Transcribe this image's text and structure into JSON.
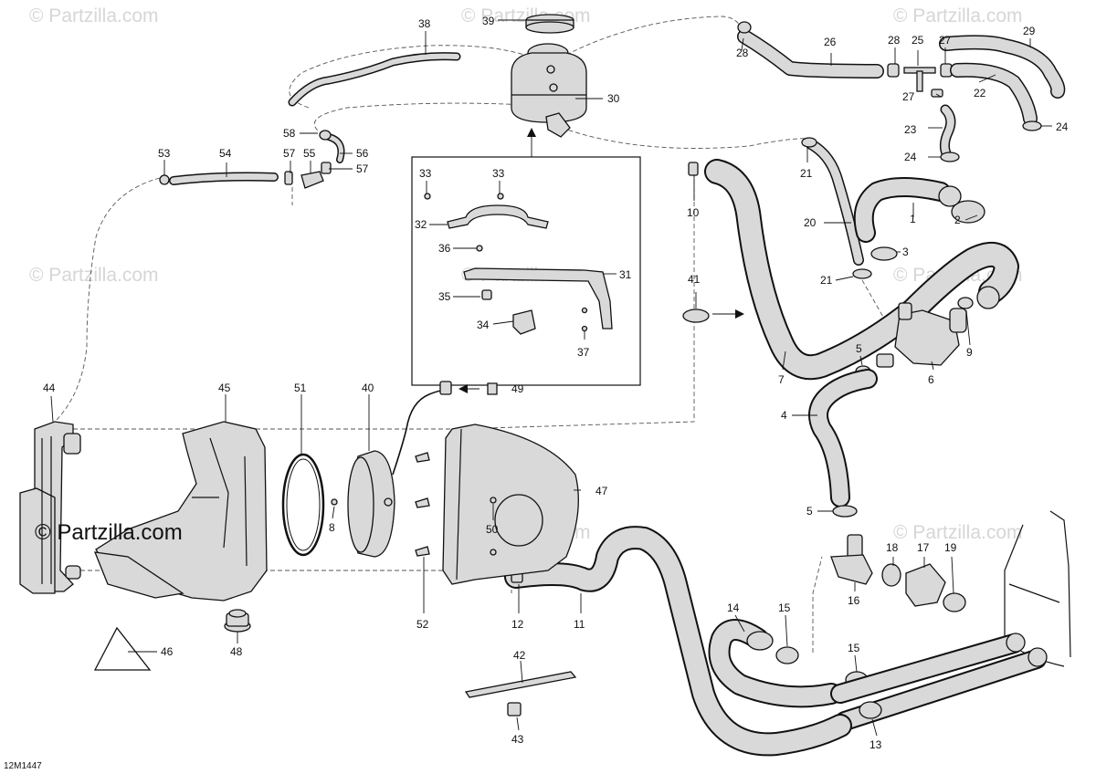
{
  "watermarks": {
    "small_text": "© Partzilla.com",
    "main_text": "© Partzilla.com"
  },
  "diagram_code": "12M1447",
  "callouts": [
    {
      "id": "c38",
      "label": "38"
    },
    {
      "id": "c39",
      "label": "39"
    },
    {
      "id": "c30",
      "label": "30"
    },
    {
      "id": "c28a",
      "label": "28"
    },
    {
      "id": "c26",
      "label": "26"
    },
    {
      "id": "c28b",
      "label": "28"
    },
    {
      "id": "c25",
      "label": "25"
    },
    {
      "id": "c27a",
      "label": "27"
    },
    {
      "id": "c29",
      "label": "29"
    },
    {
      "id": "c22",
      "label": "22"
    },
    {
      "id": "c27b",
      "label": "27"
    },
    {
      "id": "c23",
      "label": "23"
    },
    {
      "id": "c24a",
      "label": "24"
    },
    {
      "id": "c24b",
      "label": "24"
    },
    {
      "id": "c58",
      "label": "58"
    },
    {
      "id": "c53",
      "label": "53"
    },
    {
      "id": "c54",
      "label": "54"
    },
    {
      "id": "c57a",
      "label": "57"
    },
    {
      "id": "c55",
      "label": "55"
    },
    {
      "id": "c56",
      "label": "56"
    },
    {
      "id": "c57b",
      "label": "57"
    },
    {
      "id": "c33a",
      "label": "33"
    },
    {
      "id": "c33b",
      "label": "33"
    },
    {
      "id": "c32",
      "label": "32"
    },
    {
      "id": "c36",
      "label": "36"
    },
    {
      "id": "c31",
      "label": "31"
    },
    {
      "id": "c35",
      "label": "35"
    },
    {
      "id": "c34",
      "label": "34"
    },
    {
      "id": "c37",
      "label": "37"
    },
    {
      "id": "c21a",
      "label": "21"
    },
    {
      "id": "c10",
      "label": "10"
    },
    {
      "id": "c1",
      "label": "1"
    },
    {
      "id": "c2",
      "label": "2"
    },
    {
      "id": "c20",
      "label": "20"
    },
    {
      "id": "c3",
      "label": "3"
    },
    {
      "id": "c21b",
      "label": "21"
    },
    {
      "id": "c41",
      "label": "41"
    },
    {
      "id": "c5a",
      "label": "5"
    },
    {
      "id": "c9",
      "label": "9"
    },
    {
      "id": "c6",
      "label": "6"
    },
    {
      "id": "c7",
      "label": "7"
    },
    {
      "id": "c4",
      "label": "4"
    },
    {
      "id": "c5b",
      "label": "5"
    },
    {
      "id": "c44",
      "label": "44"
    },
    {
      "id": "c45",
      "label": "45"
    },
    {
      "id": "c51",
      "label": "51"
    },
    {
      "id": "c40",
      "label": "40"
    },
    {
      "id": "c49",
      "label": "49"
    },
    {
      "id": "c47",
      "label": "47"
    },
    {
      "id": "c8",
      "label": "8"
    },
    {
      "id": "c50",
      "label": "50"
    },
    {
      "id": "c52",
      "label": "52"
    },
    {
      "id": "c12",
      "label": "12"
    },
    {
      "id": "c11",
      "label": "11"
    },
    {
      "id": "c16",
      "label": "16"
    },
    {
      "id": "c18",
      "label": "18"
    },
    {
      "id": "c17",
      "label": "17"
    },
    {
      "id": "c19",
      "label": "19"
    },
    {
      "id": "c14",
      "label": "14"
    },
    {
      "id": "c15a",
      "label": "15"
    },
    {
      "id": "c15b",
      "label": "15"
    },
    {
      "id": "c13",
      "label": "13"
    },
    {
      "id": "c42",
      "label": "42"
    },
    {
      "id": "c43",
      "label": "43"
    },
    {
      "id": "c46",
      "label": "46"
    },
    {
      "id": "c48",
      "label": "48"
    }
  ]
}
